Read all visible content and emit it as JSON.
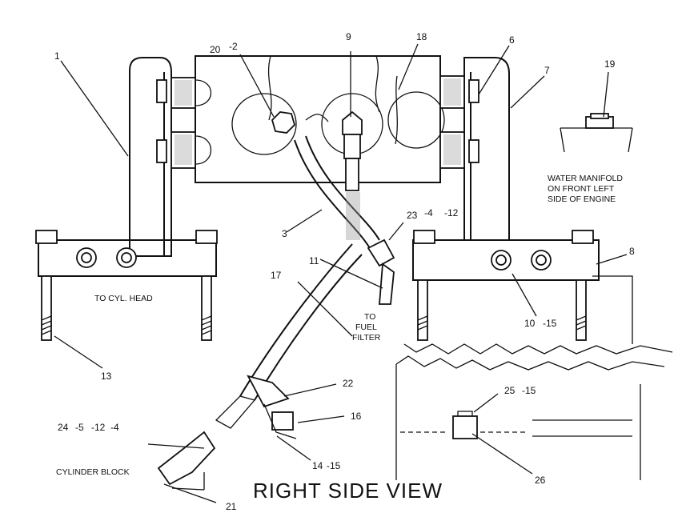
{
  "callouts": {
    "c1": "1",
    "c2": "-2",
    "c3": "3",
    "c4": "-4",
    "c6": "6",
    "c7": "7",
    "c8": "8",
    "c9": "9",
    "c10": "10",
    "c11": "11",
    "c12": "-12",
    "c13": "13",
    "c14": "14",
    "c15a": "-15",
    "c15b": "-15",
    "c15c": "-15",
    "c16": "16",
    "c17": "17",
    "c18": "18",
    "c19": "19",
    "c20": "20",
    "c21": "21",
    "c22": "22",
    "c23": "23",
    "c24": "24",
    "c24_5": "-5",
    "c24_12": "-12",
    "c24_4": "-4",
    "c25": "25",
    "c26": "26"
  },
  "notes": {
    "to_cyl_head": "TO CYL. HEAD",
    "water_manifold_1": "WATER MANIFOLD",
    "water_manifold_2": "ON FRONT LEFT",
    "water_manifold_3": "SIDE OF ENGINE",
    "to_fuel_filter_1": "TO",
    "to_fuel_filter_2": "FUEL",
    "to_fuel_filter_3": "FILTER",
    "cylinder_block": "CYLINDER BLOCK"
  },
  "title": "RIGHT SIDE VIEW"
}
